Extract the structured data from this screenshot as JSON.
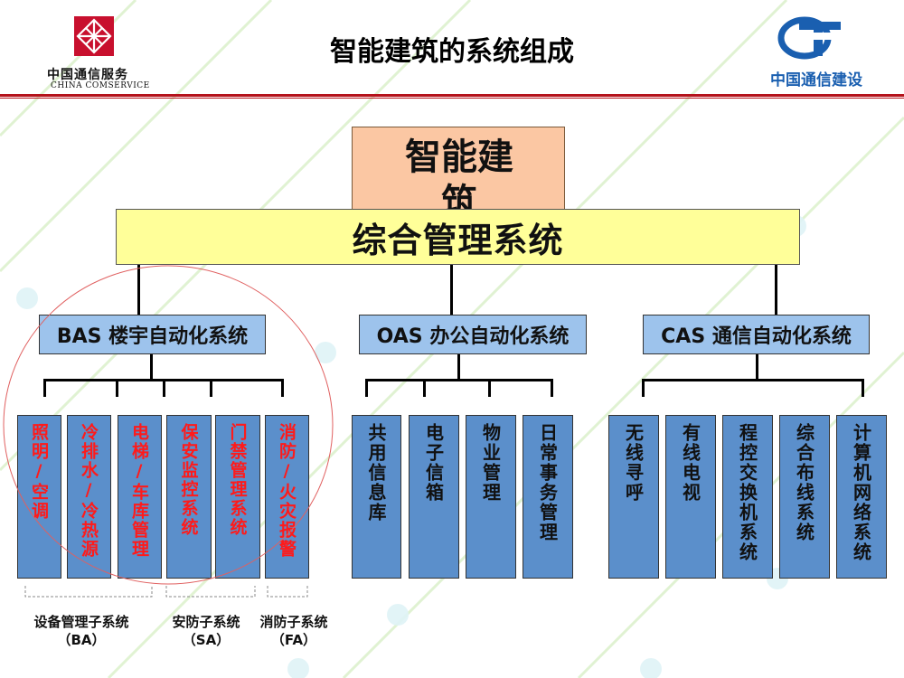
{
  "header": {
    "title": "智能建筑的系统组成",
    "left_logo_cn": "中国通信服务",
    "left_logo_en": "CHINA COMSERVICE",
    "right_logo_text": "中国通信建设"
  },
  "diagram": {
    "root": "智能建筑",
    "management": "综合管理系统",
    "systems": [
      {
        "label": "BAS 楼宇自动化系统",
        "children": [
          "照明/空调",
          "冷排水/冷热源",
          "电梯/车库管理",
          "保安监控系统",
          "门禁管理系统",
          "消防/火灾报警"
        ]
      },
      {
        "label": "OAS 办公自动化系统",
        "children": [
          "共用信息库",
          "电子信箱",
          "物业管理",
          "日常事务管理"
        ]
      },
      {
        "label": "CAS 通信自动化系统",
        "children": [
          "无线寻呼",
          "有线电视",
          "程控交换机系统",
          "综合布线系统",
          "计算机网络系统"
        ]
      }
    ],
    "subgroups": [
      {
        "name": "设备管理子系统",
        "code": "（BA）"
      },
      {
        "name": "安防子系统",
        "code": "（SA）"
      },
      {
        "name": "消防子系统",
        "code": "（FA）"
      }
    ]
  },
  "colors": {
    "accent_red": "#b5121b",
    "root_fill": "#fbc7a3",
    "management_fill": "#ffff99",
    "system_fill": "#9dc3ec",
    "leaf_fill": "#5b8fcb",
    "bas_leaf_text": "#ff1a1a",
    "logo_blue": "#1a5fb0"
  }
}
